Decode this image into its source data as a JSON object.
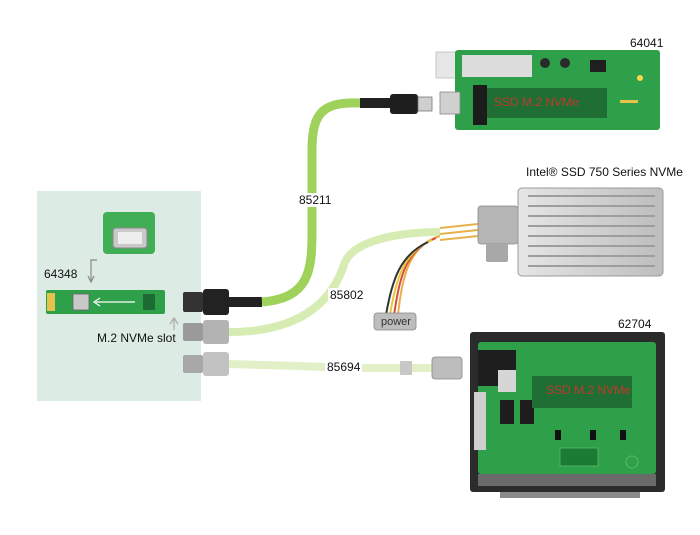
{
  "products": {
    "adapter_card": "64348",
    "top_board": "64041",
    "bottom_board": "62704",
    "intel_ssd": "Intel® SSD 750 Series NVMe"
  },
  "cables": {
    "top": "85211",
    "middle": "85802",
    "bottom": "85694"
  },
  "labels": {
    "slot": "M.2 NVMe slot",
    "power": "power",
    "ssd_top": "SSD M.2 NVMe",
    "ssd_bottom": "SSD M.2 NVMe"
  },
  "colors": {
    "panel": "#dcebe3",
    "pcb": "#2fa04a",
    "cable_green": "#9fd25a",
    "cable_light": "#cfe8a3",
    "ssd_label": "#c0392b"
  }
}
